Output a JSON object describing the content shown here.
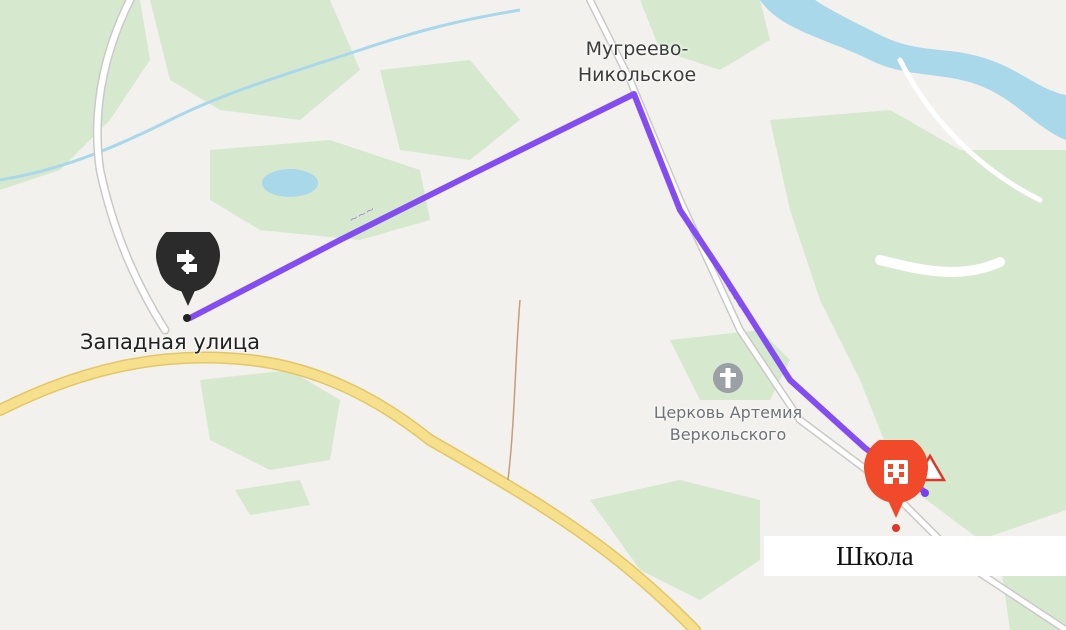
{
  "map": {
    "places": {
      "village": {
        "line1": "Мугреево-",
        "line2": "Никольское"
      },
      "church": {
        "line1": "Церковь Артемия",
        "line2": "Веркольского"
      }
    },
    "start_point": {
      "label": "Западная улица",
      "icon": "signpost-icon"
    },
    "end_point": {
      "label": "Школа",
      "icon": "building-icon"
    },
    "route": {
      "color": "#7b3ff2"
    },
    "colors": {
      "land": "#f2f1ed",
      "forest": "#d6e9cf",
      "water": "#a8d8ea",
      "major_road": "#f7e08d",
      "start_pin": "#2b2b2b",
      "end_pin": "#f04a2b"
    }
  }
}
